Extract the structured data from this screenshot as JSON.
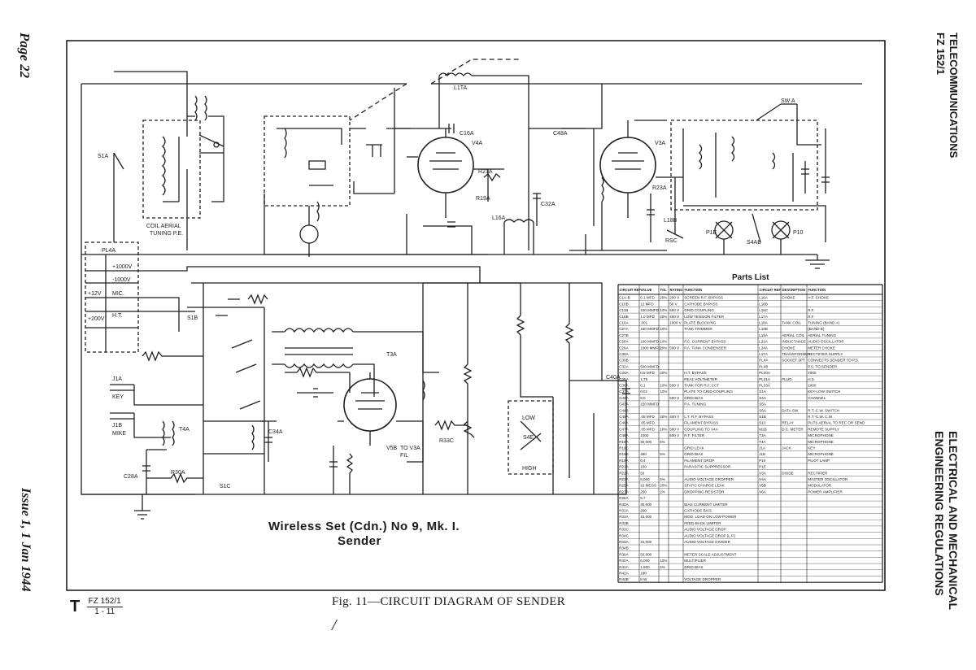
{
  "page": {
    "page_number": "Page 22",
    "issue": "Issue 1, 1 Jan 1944",
    "header_right": [
      "TELECOMMUNICATIONS",
      "FZ 152/1"
    ],
    "footer_right": [
      "ELECTRICAL AND MECHANICAL",
      "ENGINEERING REGULATIONS"
    ],
    "code": {
      "letter": "T",
      "top": "FZ 152/1",
      "bottom": "1 - 11"
    },
    "caption": "Fig. 11—CIRCUIT DIAGRAM OF SENDER",
    "mark": "/"
  },
  "diagram": {
    "title_line1": "Wireless Set (Cdn.) No 9, Mk. I.",
    "title_line2": "Sender",
    "labels": {
      "coil": "COIL AERIAL",
      "tuning": "TUNING P.E.",
      "s1a": "S1A",
      "s1b": "S1B",
      "s1c": "S1C",
      "l1ta": "L1TA",
      "c16a": "C16A",
      "c48a": "C48A",
      "v4a": "V4A",
      "v3a": "V3A",
      "v5b": "V5B",
      "r21a": "R21A",
      "r19a": "R19A",
      "c32a": "C32A",
      "l16a": "L16A",
      "ql4a": "PL4A",
      "kv1": "+1000V",
      "kv2": "-1000V",
      "hv12": "+12V",
      "ht": "H.T.",
      "mic": "MIC.",
      "r200": "+200V",
      "key": "KEY",
      "mike": "MIKE",
      "j1a": "J1A",
      "j1b": "J1B",
      "t3a": "T3A",
      "t4a": "T4A",
      "c34a": "C34A",
      "c40a": "C40A",
      "r30a": "R30A",
      "c28a": "C28A",
      "s4e": "S4E",
      "low": "LOW",
      "high": "HIGH",
      "r33c": "R33C",
      "tov": "TO V3A",
      "fil": "FIL",
      "p1e": "P1E",
      "p10": "P10",
      "s4ab": "S4AB",
      "sw": "SW A",
      "r23a": "R23A",
      "rsc": "RSC",
      "l18b": "L18B"
    },
    "parts_list": {
      "title": "Parts List",
      "headers_left": [
        "CIRCUIT REF",
        "VALUE",
        "TOL",
        "RATING",
        "FUNCTION"
      ],
      "headers_right": [
        "CIRCUIT REF",
        "DESCRIPTION",
        "FUNCTION"
      ],
      "rows_left": [
        [
          "C1A-B",
          "0.1 MFD",
          "20%",
          "200 V",
          "SCREEN R.F. BYPASS"
        ],
        [
          "C10B",
          "12 MFD",
          "",
          "50 V",
          "CATHODE BYPASS"
        ],
        [
          "C11B",
          "100 MMFD",
          "10%",
          "500 V",
          "GRID COUPLING"
        ],
        [
          "C16B",
          "1.0 MFD",
          "20%",
          "400 V",
          "LOW TENSION FILTER"
        ],
        [
          "C16A",
          ".001",
          "",
          "1000 V",
          "PLATE BLOCKING"
        ],
        [
          "C27A",
          "160 MMFD",
          "10%",
          "",
          "TANK TRIMMER"
        ],
        [
          "C27B",
          "",
          "",
          "",
          ""
        ],
        [
          "C28A",
          "100 MMFD",
          "10%",
          "",
          "P.C. CURRENT BYPASS"
        ],
        [
          "C29A",
          "1000 MMFD",
          "20%",
          "500 V",
          "P.A. TANK CONDENSER"
        ],
        [
          "C30A",
          "",
          "",
          "",
          ""
        ],
        [
          "C30B",
          "",
          "",
          "",
          ""
        ],
        [
          "C32A",
          "500 MMFD",
          "",
          "",
          ""
        ],
        [
          "C34A",
          "0.5 MFD",
          "20%",
          "",
          "H.T. BYPASS"
        ],
        [
          "C35A",
          "1.75",
          "",
          "",
          "REAL VOLTMETER"
        ],
        [
          "C36A",
          "0.1",
          "10%",
          "500 V",
          "TANK FOR R.F. CCT"
        ],
        [
          "C37A",
          "0.01",
          "10%",
          "",
          "PLATE TO GRID COUPLING"
        ],
        [
          "C40A",
          "8.0",
          "",
          "500 V",
          "GRID BIAS"
        ],
        [
          "C43A",
          "150 MMFD",
          "",
          "",
          "P.A. TUNING"
        ],
        [
          "C44B",
          "",
          "",
          "",
          ""
        ],
        [
          "C45A",
          ".05 MFD",
          "20%",
          "400 V",
          "L.T. R.F. BYPASS"
        ],
        [
          "C46A",
          ".05 MFD",
          "",
          "",
          "FILAMENT BYPASS"
        ],
        [
          "C47A",
          ".05 MFD",
          "10%",
          "500 V",
          "COUPLING TO V4A"
        ],
        [
          "C48A",
          "1000",
          "",
          "500 V",
          "R.F. FILTER"
        ],
        [
          "R18A",
          "30,000",
          "5%",
          "",
          ""
        ],
        [
          "R19C",
          "",
          "",
          "",
          "GRID LEAK"
        ],
        [
          "R19B",
          "480",
          "5%",
          "",
          "GRID BIAS"
        ],
        [
          "R19A",
          "0.4",
          "",
          "",
          "FILAMENT DROP"
        ],
        [
          "R21A",
          "150",
          "",
          "",
          "PARASITIC SUPPRESSOR"
        ],
        [
          "R22A",
          "50",
          "",
          "",
          ""
        ],
        [
          "R23A",
          "5,000",
          "5%",
          "",
          "AUDIO VOLTAGE DROPPER"
        ],
        [
          "R25A",
          "10 MEGS",
          "20%",
          "",
          "STATIC CHARGE LEAK"
        ],
        [
          "R27A",
          "250",
          "2%",
          "",
          "DROPPING RESISTOR"
        ],
        [
          "R28A",
          "5.7",
          "",
          "",
          ""
        ],
        [
          "R30A",
          "35,000",
          "",
          "",
          "BIAS CURRENT LIMITER"
        ],
        [
          "R31A",
          "250",
          "",
          "",
          "CATHODE BIAS"
        ],
        [
          "R33A",
          "15,000",
          "",
          "",
          "MOD. LOAD ON LOW POWER"
        ],
        [
          "R33B",
          "",
          "",
          "",
          "FEED BACK LIMITER"
        ],
        [
          "R33C",
          "",
          "",
          "",
          "AUDIO VOLTAGE DROP"
        ],
        [
          "R34C",
          "",
          "",
          "",
          "AUDIO VOLTAGE DROP (L.P.)"
        ],
        [
          "R34A",
          "10,000",
          "",
          "",
          "AUDIO VOLTAGE DIVIDER"
        ],
        [
          "R34B",
          "",
          "",
          "",
          ""
        ],
        [
          "R39A",
          "50,000",
          "",
          "",
          "METER SCALE ADJUSTMENT"
        ],
        [
          "R40A",
          "6,000",
          "10%",
          "",
          "MULTIPLIER"
        ],
        [
          "R41A",
          "1,800",
          "5%",
          "",
          "GRID BIAS"
        ],
        [
          "R42A",
          "180",
          "",
          "",
          ""
        ],
        [
          "R44B",
          "8 W",
          "",
          "",
          "VOLTAGE DROPPER"
        ]
      ],
      "rows_right": [
        [
          "L16A",
          "CHOKE",
          "H.F. CHOKE"
        ],
        [
          "L16B",
          "",
          ""
        ],
        [
          "L16C",
          "",
          "R.F."
        ],
        [
          "L17A",
          "",
          "R.F."
        ],
        [
          "L18A",
          "TANK COIL",
          "TUNING (BAND A)"
        ],
        [
          "L18B",
          "",
          "(BAND B)"
        ],
        [
          "L19A",
          "AERIAL COIL",
          "AERIAL TUNING"
        ],
        [
          "L22A",
          "INDUCTANCE",
          "AUDIO OSCILLATOR"
        ],
        [
          "L24A",
          "CHOKE",
          "METER CHOKE"
        ],
        [
          "L17A",
          "TRANSFORMER",
          "RECTIFIER SUPPLY"
        ],
        [
          "PL4A",
          "SOCKET 3PT",
          "CONNECTS SENDER TO P.S."
        ],
        [
          "PL4B",
          "",
          "P.S. TO SENDER"
        ],
        [
          "PL30A",
          "",
          "1000"
        ],
        [
          "PL31A",
          "PLUG",
          "H.S."
        ],
        [
          "PL33A",
          "",
          "1000"
        ],
        [
          "S1A",
          "",
          "KEY-LOW SWITCH"
        ],
        [
          "S4A",
          "",
          "CHANNEL"
        ],
        [
          "S5A",
          "",
          ""
        ],
        [
          "S6A",
          "DATA SW.",
          "R.T.-C.W. SWITCH"
        ],
        [
          "S1B",
          "",
          "R.T.-C.W. C.W."
        ],
        [
          "S1C",
          "RELAY",
          "PUTS AERIAL TO REC OR SEND"
        ],
        [
          "M1B",
          "D.C. METER",
          "REMOTE SUPPLY"
        ],
        [
          "T3A",
          "",
          "MICROPHONE"
        ],
        [
          "T4A",
          "",
          "MICROPHONE"
        ],
        [
          "J1A",
          "JACK",
          "KEY"
        ],
        [
          "J1B",
          "",
          "MICROPHONE"
        ],
        [
          "P10",
          "",
          "PILOT LAMP"
        ],
        [
          "P1E",
          "",
          ""
        ],
        [
          "V3A",
          "DIODE",
          "RECTIFIER"
        ],
        [
          "V4A",
          "",
          "MASTER OSCILLATOR"
        ],
        [
          "V5B",
          "",
          "MODULATOR"
        ],
        [
          "V6A",
          "",
          "POWER AMPLIFIER"
        ]
      ]
    }
  }
}
